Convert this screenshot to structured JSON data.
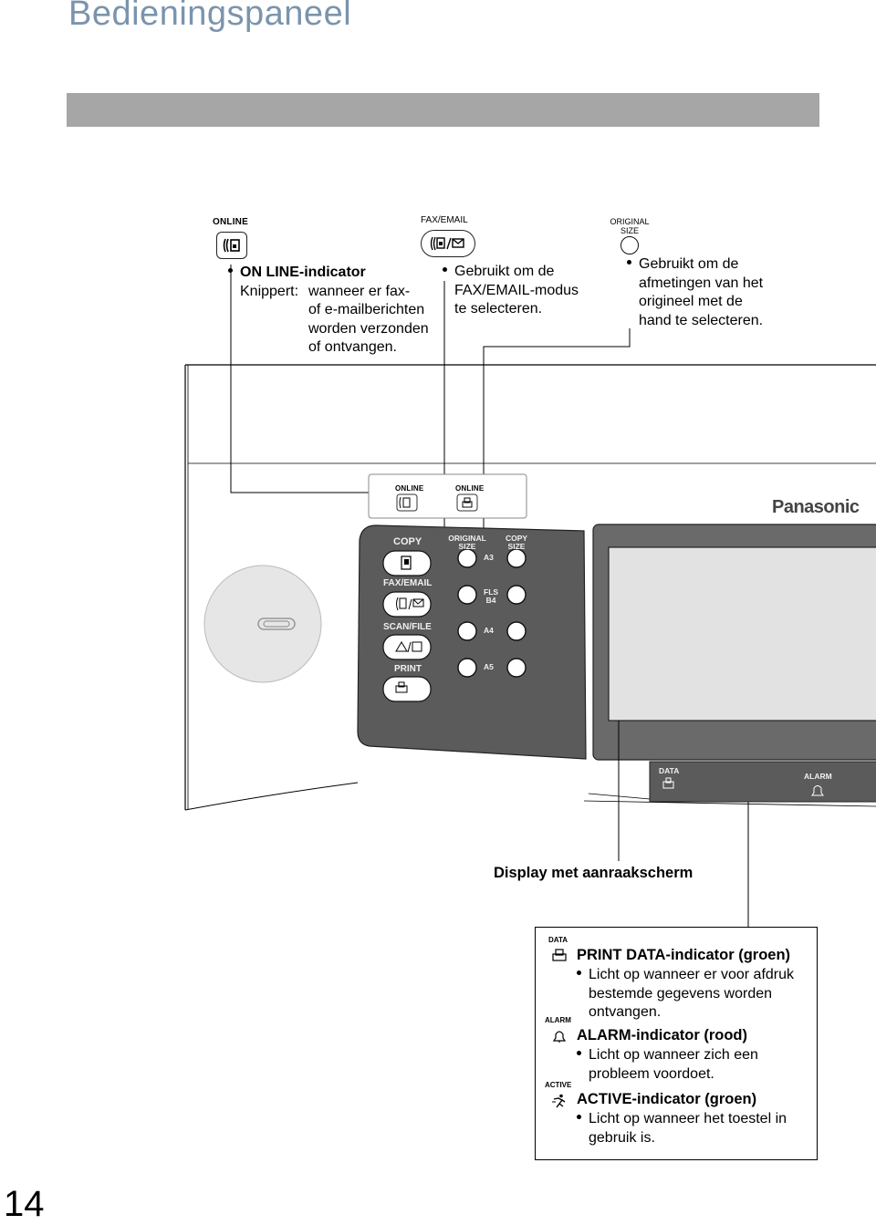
{
  "page": {
    "title": "Bedieningspaneel",
    "number": "14"
  },
  "top_callouts": {
    "online": {
      "caption": "ONLINE",
      "heading": "ON LINE-indicator",
      "label": "Knippert:",
      "lines": [
        "wanneer er fax-",
        "of e-mailberichten",
        "worden verzonden",
        "of ontvangen."
      ]
    },
    "fax_email": {
      "caption": "FAX/EMAIL",
      "lines": [
        "Gebruikt om de",
        "FAX/EMAIL-modus",
        "te selecteren."
      ]
    },
    "original_size": {
      "caption_line1": "ORIGINAL",
      "caption_line2": "SIZE",
      "lines": [
        "Gebruikt om de",
        "afmetingen van het",
        "origineel met de",
        "hand te selecteren."
      ]
    }
  },
  "panel": {
    "online_label_1": "ONLINE",
    "online_label_2": "ONLINE",
    "brand": "Panasonic",
    "mode_buttons": [
      {
        "label": "COPY",
        "icon": "copy-icon"
      },
      {
        "label": "FAX/EMAIL",
        "icon": "fax-email-icon"
      },
      {
        "label": "SCAN/FILE",
        "icon": "scan-file-icon"
      },
      {
        "label": "PRINT",
        "icon": "print-icon"
      }
    ],
    "original_size_header": [
      "ORIGINAL",
      "SIZE"
    ],
    "copy_size_header": [
      "COPY",
      "SIZE"
    ],
    "size_labels": [
      "A3",
      "FLS B4",
      "A4",
      "A5"
    ],
    "size_label_fls": "FLS",
    "size_label_b4": "B4",
    "data_label": "DATA",
    "alarm_label": "ALARM"
  },
  "display_callout": "Display met aanraakscherm",
  "indicators": [
    {
      "caption": "DATA",
      "icon": "print-data-icon",
      "heading": "PRINT DATA-indicator (groen)",
      "lines": [
        "Licht op wanneer er voor afdruk",
        "bestemde gegevens worden",
        "ontvangen."
      ]
    },
    {
      "caption": "ALARM",
      "icon": "alarm-bell-icon",
      "heading": "ALARM-indicator (rood)",
      "lines": [
        "Licht op wanneer zich een",
        "probleem voordoet."
      ]
    },
    {
      "caption": "ACTIVE",
      "icon": "active-runner-icon",
      "heading": "ACTIVE-indicator (groen)",
      "lines": [
        "Licht op wanneer het toestel in",
        "gebruik is."
      ]
    }
  ],
  "colors": {
    "title": "#7b94ad",
    "header_bar": "#a6a6a6",
    "panel": "#5a5a5a",
    "panel_light": "#e6e6e6"
  }
}
